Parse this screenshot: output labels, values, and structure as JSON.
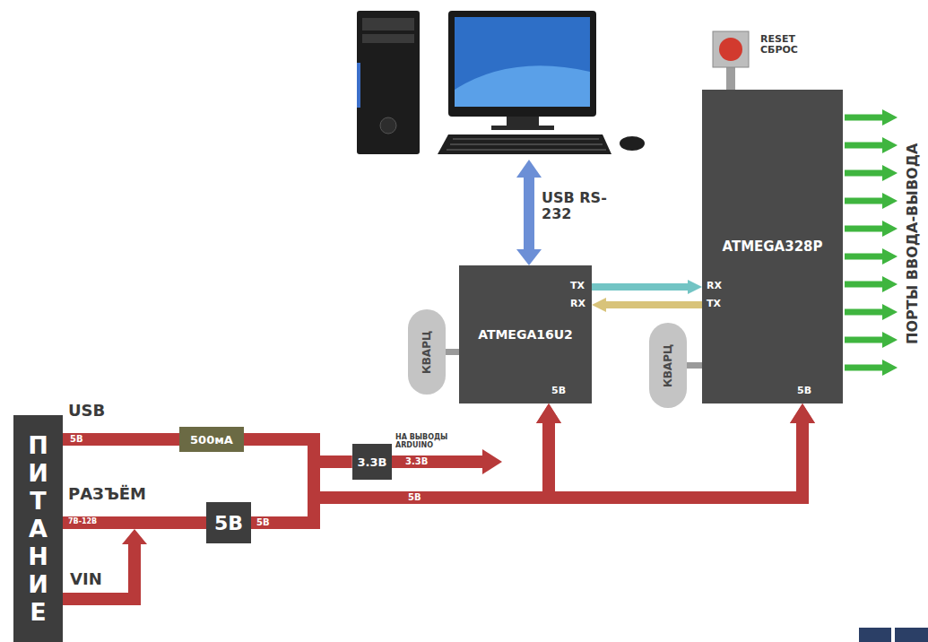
{
  "diagram": {
    "nodes": [
      {
        "text": [
          "ATMEGA328P"
        ]
      },
      {
        "text": [
          "ATMEGA16U2"
        ]
      },
      {
        "text": [
          "КВАРЦ"
        ]
      },
      {
        "text": [
          "КВАРЦ"
        ]
      },
      {
        "text": [
          "ПИТАНИЕ"
        ]
      },
      {
        "text": [
          "500мА"
        ]
      },
      {
        "text": [
          "3.3В"
        ]
      },
      {
        "text": [
          "5В"
        ]
      }
    ],
    "edges": [
      {
        "from": 1,
        "to": 0,
        "arrow": "to"
      },
      {
        "from": 0,
        "to": 1,
        "arrow": "to"
      },
      {
        "from": 2,
        "to": 1,
        "arrow": "none"
      },
      {
        "from": 3,
        "to": 0,
        "arrow": "none"
      },
      {
        "from": 4,
        "to": 5,
        "arrow": "none"
      },
      {
        "from": 5,
        "to": 6,
        "arrow": "none"
      },
      {
        "from": 5,
        "to": 1,
        "arrow": "to"
      },
      {
        "from": 5,
        "to": 0,
        "arrow": "to"
      },
      {
        "from": 4,
        "to": 7,
        "arrow": "none"
      },
      {
        "from": 7,
        "to": 6,
        "arrow": "none"
      },
      {
        "from": 7,
        "to": 1,
        "arrow": "to"
      },
      {
        "from": 7,
        "to": 0,
        "arrow": "to"
      }
    ],
    "labels": [
      "RESET СБРОС",
      "USB RS-232",
      "TX",
      "RX",
      "RX",
      "TX",
      "5В",
      "5В",
      "ПОРТЫ ВВОДА-ВЫВОДА",
      "НА ВЫВОДЫ ARDUINO",
      "3.3В",
      "USB",
      "5В",
      "РАЗЪЁМ",
      "7В-12В",
      "5В",
      "5В",
      "VIN"
    ]
  }
}
